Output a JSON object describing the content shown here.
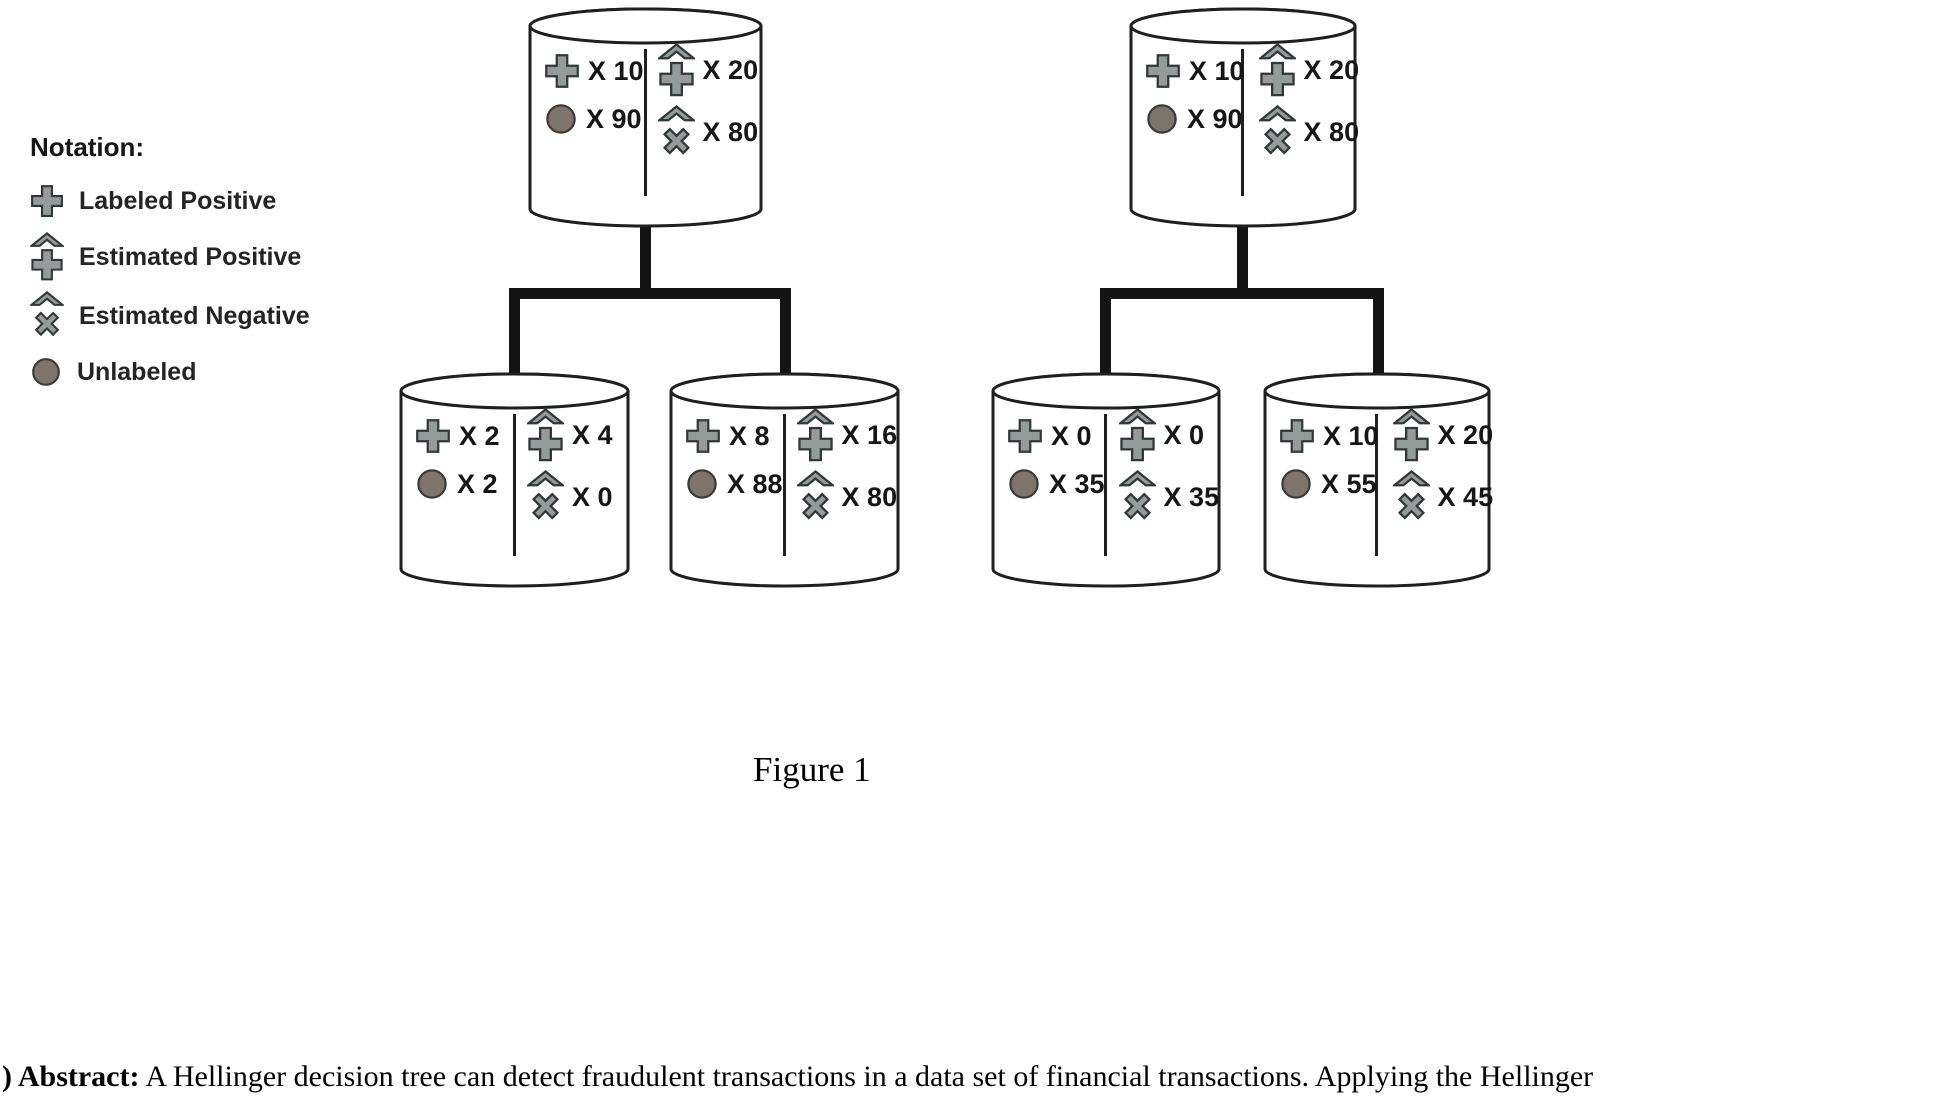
{
  "notation": {
    "title": "Notation:",
    "items": [
      {
        "icon": "labeled-positive-icon",
        "label": "Labeled Positive"
      },
      {
        "icon": "estimated-positive-icon",
        "label": "Estimated Positive"
      },
      {
        "icon": "estimated-negative-icon",
        "label": "Estimated Negative"
      },
      {
        "icon": "unlabeled-icon",
        "label": "Unlabeled"
      }
    ]
  },
  "trees": [
    {
      "root": {
        "labeled_positive": "X 10",
        "unlabeled": "X 90",
        "estimated_positive": "X 20",
        "estimated_negative": "X 80"
      },
      "left_child": {
        "labeled_positive": "X 2",
        "unlabeled": "X 2",
        "estimated_positive": "X 4",
        "estimated_negative": "X 0"
      },
      "right_child": {
        "labeled_positive": "X 8",
        "unlabeled": "X 88",
        "estimated_positive": "X 16",
        "estimated_negative": "X 80"
      }
    },
    {
      "root": {
        "labeled_positive": "X 10",
        "unlabeled": "X 90",
        "estimated_positive": "X 20",
        "estimated_negative": "X 80"
      },
      "left_child": {
        "labeled_positive": "X 0",
        "unlabeled": "X 35",
        "estimated_positive": "X 0",
        "estimated_negative": "X 35"
      },
      "right_child": {
        "labeled_positive": "X 10",
        "unlabeled": "X 55",
        "estimated_positive": "X 20",
        "estimated_negative": "X 45"
      }
    }
  ],
  "caption": "Figure 1",
  "abstract": {
    "prefix": ") ",
    "label": "Abstract:",
    "text": " A Hellinger decision tree can detect fraudulent transactions in a data set of financial transactions.  Applying the Hellinger"
  },
  "colors": {
    "icon_fill": "#959B99",
    "icon_stroke": "#32383A",
    "unlabeled_fill": "#7D746C",
    "outline": "#1F1F1F"
  }
}
